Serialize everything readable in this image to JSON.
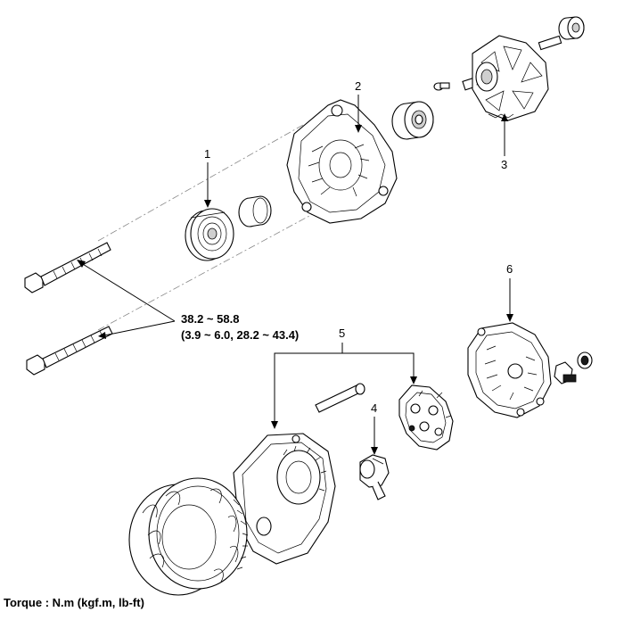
{
  "callouts": {
    "c1": "1",
    "c2": "2",
    "c3": "3",
    "c4": "4",
    "c5": "5",
    "c6": "6"
  },
  "torque_value": {
    "line1": "38.2 ~ 58.8",
    "line2": "(3.9 ~ 6.0, 28.2 ~ 43.4)"
  },
  "footer": {
    "torque_unit": "Torque : N.m (kgf.m, lb-ft)"
  },
  "parts": [
    "pulley-icon",
    "spacer-icon",
    "front-housing-icon",
    "bearing-icon",
    "rotor-icon",
    "brush-holder-icon",
    "rectifier-icon",
    "rear-cover-icon",
    "stator-icon",
    "rear-housing-icon",
    "through-bolt-icon"
  ]
}
